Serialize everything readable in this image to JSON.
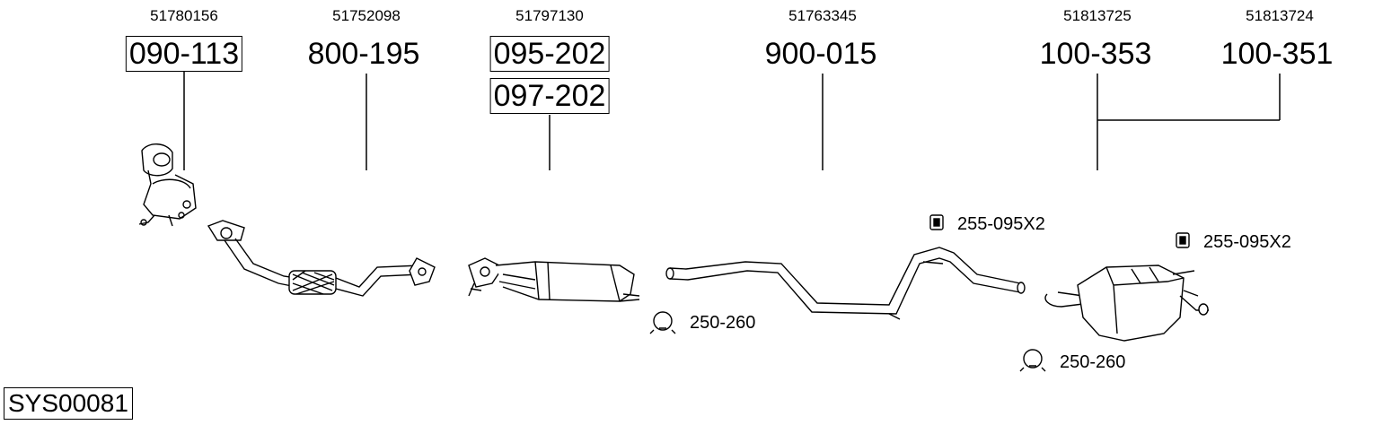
{
  "oem_numbers": [
    "51780156",
    "51752098",
    "51797130",
    "51763345",
    "51813725",
    "51813724"
  ],
  "parts": {
    "p1": "090-113",
    "p2": "800-195",
    "p3a": "095-202",
    "p3b": "097-202",
    "p4": "900-015",
    "p5": "100-353",
    "p6": "100-351"
  },
  "accessories": {
    "rubber_mount_1": "255-095X2",
    "rubber_mount_2": "255-095X2",
    "clamp_1": "250-260",
    "clamp_2": "250-260"
  },
  "system_code": "SYS00081"
}
